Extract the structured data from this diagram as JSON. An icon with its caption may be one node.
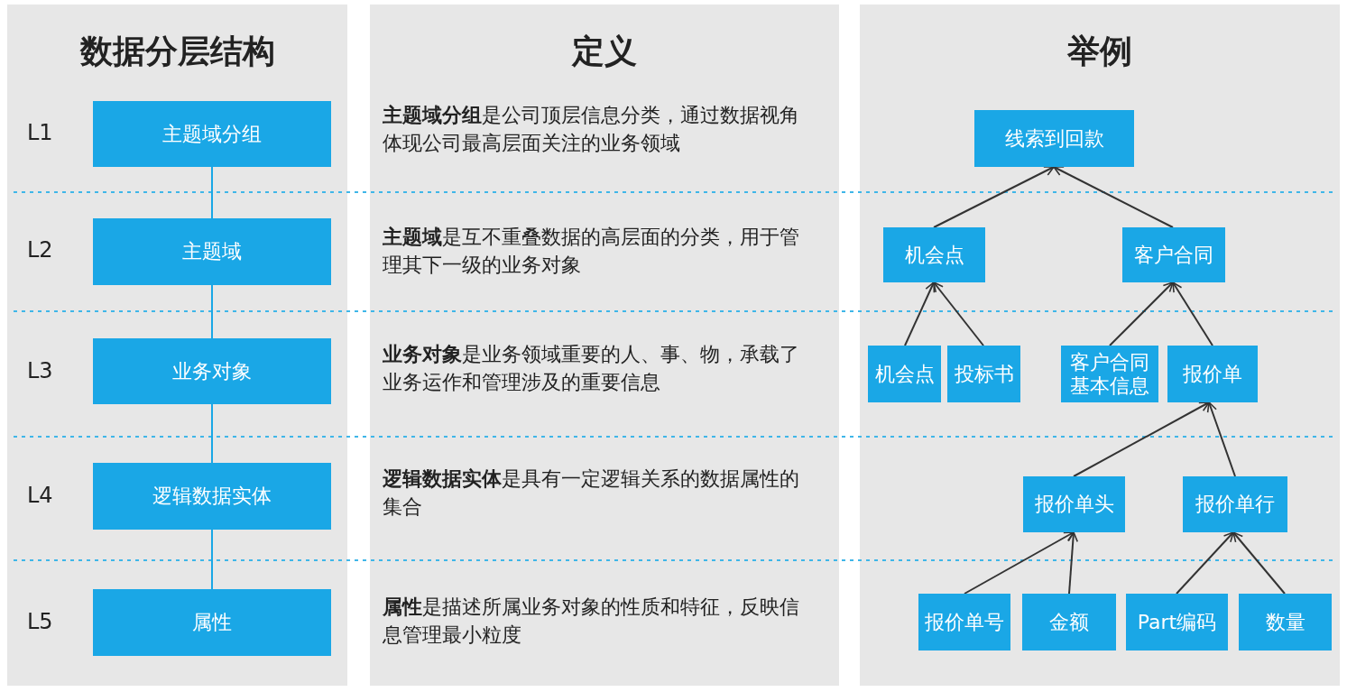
{
  "diagram": {
    "nodes": [
      {
        "text": [
          "数据分层结构"
        ]
      },
      {
        "text": [
          "主题域分组"
        ],
        "in": 0
      },
      {
        "text": [
          "主题域"
        ],
        "in": 0
      },
      {
        "text": [
          "业务对象"
        ],
        "in": 0
      },
      {
        "text": [
          "逻辑数据实体"
        ],
        "in": 0
      },
      {
        "text": [
          "属性"
        ],
        "in": 0
      },
      {
        "text": [
          "定义"
        ]
      },
      {
        "text": [
          "举例"
        ]
      },
      {
        "text": [
          "线索到回款"
        ],
        "in": 7
      },
      {
        "text": [
          "机会点"
        ],
        "in": 7
      },
      {
        "text": [
          "客户合同"
        ],
        "in": 7
      },
      {
        "text": [
          "机会点"
        ],
        "in": 7
      },
      {
        "text": [
          "投标书"
        ],
        "in": 7
      },
      {
        "text": [
          "客户合同基本信息"
        ],
        "in": 7
      },
      {
        "text": [
          "报价单"
        ],
        "in": 7
      },
      {
        "text": [
          "报价单头"
        ],
        "in": 7
      },
      {
        "text": [
          "报价单行"
        ],
        "in": 7
      },
      {
        "text": [
          "报价单号"
        ],
        "in": 7
      },
      {
        "text": [
          "金额"
        ],
        "in": 7
      },
      {
        "text": [
          "Part编码"
        ],
        "in": 7
      },
      {
        "text": [
          "数量"
        ],
        "in": 7
      }
    ],
    "edges": [
      {
        "from": 1,
        "to": 2,
        "arrow": "none",
        "color": "#1aa7e6"
      },
      {
        "from": 2,
        "to": 3,
        "arrow": "none",
        "color": "#1aa7e6"
      },
      {
        "from": 3,
        "to": 4,
        "arrow": "none",
        "color": "#1aa7e6"
      },
      {
        "from": 4,
        "to": 5,
        "arrow": "none",
        "color": "#1aa7e6"
      },
      {
        "from": 9,
        "to": 8,
        "arrow": "to"
      },
      {
        "from": 10,
        "to": 8,
        "arrow": "to"
      },
      {
        "from": 11,
        "to": 9,
        "arrow": "to"
      },
      {
        "from": 12,
        "to": 9,
        "arrow": "to"
      },
      {
        "from": 13,
        "to": 10,
        "arrow": "to"
      },
      {
        "from": 14,
        "to": 10,
        "arrow": "to"
      },
      {
        "from": 15,
        "to": 14,
        "arrow": "to"
      },
      {
        "from": 16,
        "to": 14,
        "arrow": "to"
      },
      {
        "from": 17,
        "to": 15,
        "arrow": "to"
      },
      {
        "from": 18,
        "to": 15,
        "arrow": "to"
      },
      {
        "from": 19,
        "to": 16,
        "arrow": "to"
      },
      {
        "from": 20,
        "to": 16,
        "arrow": "to"
      }
    ],
    "labels": [
      "L1",
      "**主题域分组**是公司顶层信息分类，通过数据视角体现公司最高层面关注的业务领域",
      "L2",
      "**主题域**是互不重叠数据的高层面的分类，用于管理其下一级的业务对象",
      "L3",
      "**业务对象**是业务领域重要的人、事、物，承载了业务运作和管理涉及的重要信息",
      "L4",
      "**逻辑数据实体**是具有一定逻辑关系的数据属性的集合",
      "L5",
      "**属性**是描述所属业务对象的性质和特征，反映信息管理最小粒度"
    ]
  }
}
